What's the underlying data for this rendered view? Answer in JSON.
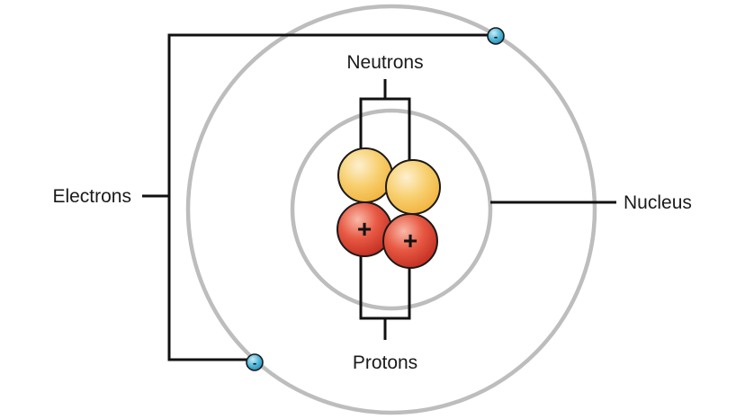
{
  "labels": {
    "electrons": "Electrons",
    "neutrons": "Neutrons",
    "protons": "Protons",
    "nucleus": "Nucleus"
  },
  "symbols": {
    "proton_charge": "+",
    "electron_charge": "-"
  },
  "colors": {
    "orbit": "#bdbdbd",
    "leader_line": "#111111",
    "neutron_fill": "#f7c65a",
    "neutron_highlight": "#fdf0cf",
    "proton_fill": "#e24a3a",
    "proton_highlight": "#f8b9a8",
    "electron_fill": "#3aa9cf",
    "electron_highlight": "#c8ecf8"
  }
}
